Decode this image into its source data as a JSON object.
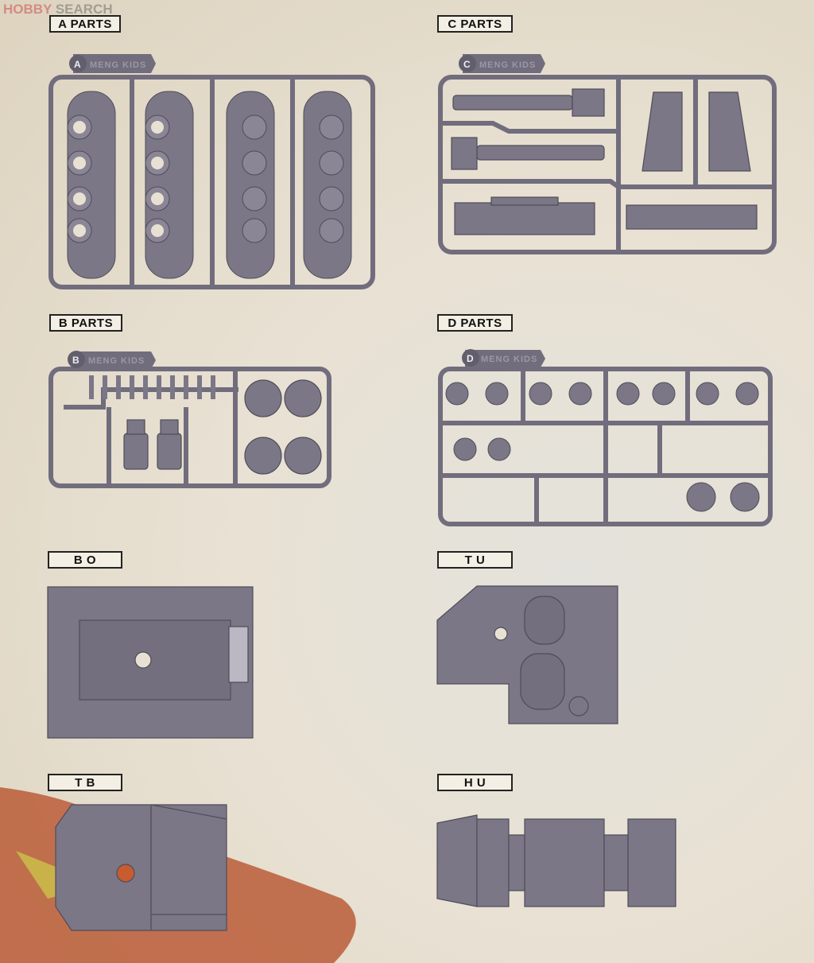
{
  "watermark": {
    "part1": "HOBBY",
    "part2": "SEARCH"
  },
  "sections": {
    "a": {
      "label": "A PARTS",
      "tag_letter": "A",
      "tag_text": "MENG KIDS"
    },
    "c": {
      "label": "C PARTS",
      "tag_letter": "C",
      "tag_text": "MENG KIDS"
    },
    "b": {
      "label": "B PARTS",
      "tag_letter": "B",
      "tag_text": "MENG KIDS"
    },
    "d": {
      "label": "D PARTS",
      "tag_letter": "D",
      "tag_text": "MENG KIDS"
    },
    "bo": {
      "label": "B O"
    },
    "tu": {
      "label": "T U"
    },
    "tb": {
      "label": "T B"
    },
    "hu": {
      "label": "H U"
    }
  },
  "colors": {
    "part": "#7b7787",
    "sprue": "#716d7d",
    "outline": "#4f4c58",
    "paper": "#e8e1d3",
    "flag_red": "#b8542e",
    "star": "#c9b24a"
  }
}
